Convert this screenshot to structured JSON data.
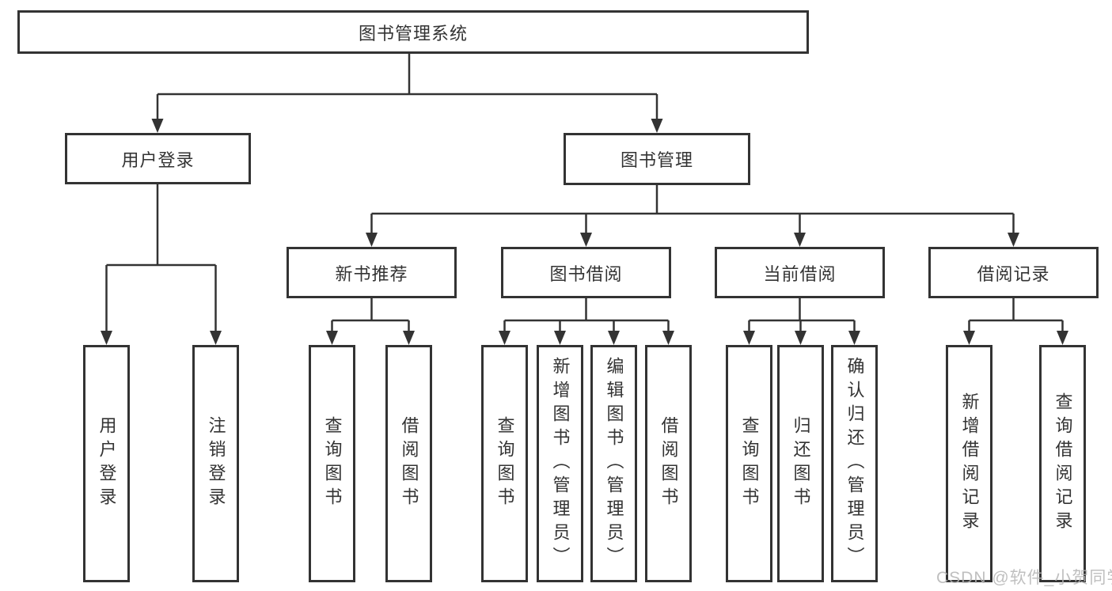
{
  "diagram": {
    "root": {
      "label": "图书管理系统"
    },
    "level2": [
      {
        "label": "用户登录"
      },
      {
        "label": "图书管理"
      }
    ],
    "level3": [
      {
        "label": "新书推荐"
      },
      {
        "label": "图书借阅"
      },
      {
        "label": "当前借阅"
      },
      {
        "label": "借阅记录"
      }
    ],
    "leaves": {
      "user_login": [
        {
          "label": "用户登录"
        },
        {
          "label": "注销登录"
        }
      ],
      "new_book_recommend": [
        {
          "label": "查询图书"
        },
        {
          "label": "借阅图书"
        }
      ],
      "book_borrow": [
        {
          "label": "查询图书"
        },
        {
          "label": "新增图书（管理员）"
        },
        {
          "label": "编辑图书（管理员）"
        },
        {
          "label": "借阅图书"
        }
      ],
      "current_borrow": [
        {
          "label": "查询图书"
        },
        {
          "label": "归还图书"
        },
        {
          "label": "确认归还（管理员）"
        }
      ],
      "borrow_record": [
        {
          "label": "新增借阅记录"
        },
        {
          "label": "查询借阅记录"
        }
      ]
    }
  },
  "watermark": {
    "text": "CSDN @软件_小贺同学"
  },
  "colors": {
    "line": "#333333",
    "box_border": "#333333",
    "text": "#333333",
    "background": "#ffffff",
    "watermark": "#b5b5b5"
  }
}
